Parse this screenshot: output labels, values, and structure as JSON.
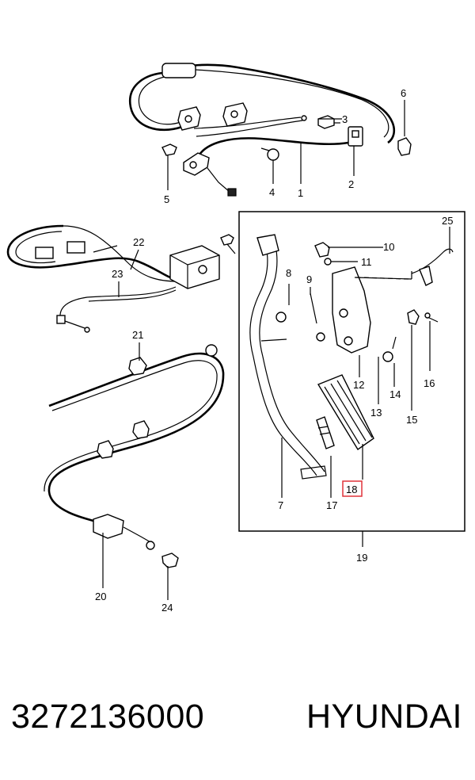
{
  "callouts": {
    "c1": "1",
    "c2": "2",
    "c3": "3",
    "c4": "4",
    "c5": "5",
    "c6": "6",
    "c7": "7",
    "c8": "8",
    "c9": "9",
    "c10": "10",
    "c11": "11",
    "c12": "12",
    "c13": "13",
    "c14": "14",
    "c15": "15",
    "c16": "16",
    "c17": "17",
    "c18": "18",
    "c19": "19",
    "c20": "20",
    "c21": "21",
    "c22": "22",
    "c23": "23",
    "c24": "24",
    "c25": "25"
  },
  "highlight": {
    "part": "18",
    "color": "#e0333a"
  },
  "caption": {
    "part_number": "3272136000",
    "brand": "HYUNDAI"
  }
}
